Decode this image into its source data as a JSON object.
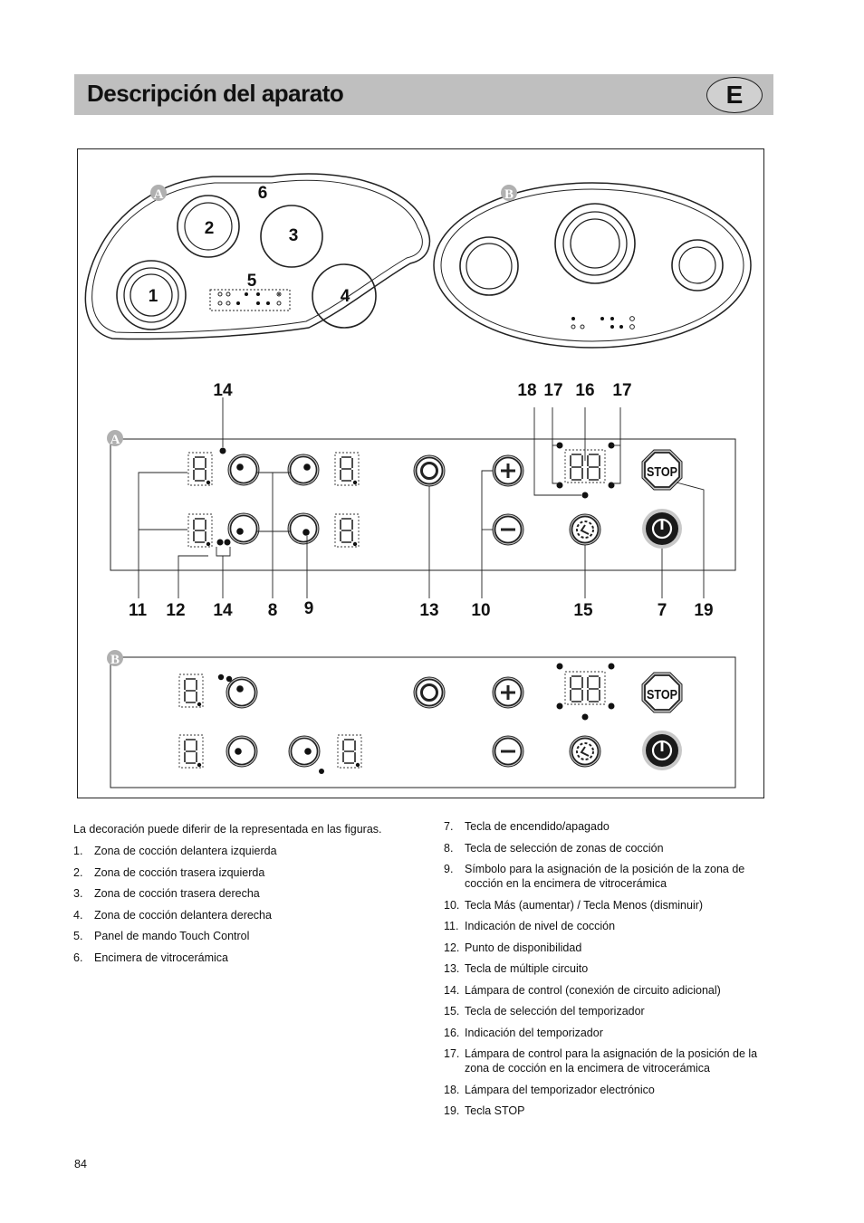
{
  "header": {
    "title": "Descripción del aparato",
    "language_badge": "E"
  },
  "figure": {
    "variant_a": "A",
    "variant_b": "B",
    "hob_labels": [
      "1",
      "2",
      "3",
      "4",
      "5",
      "6"
    ],
    "callouts": {
      "n14": "14",
      "n18": "18",
      "n17": "17",
      "n16": "16",
      "n11": "11",
      "n12": "12",
      "n8": "8",
      "n9": "9",
      "n13": "13",
      "n10": "10",
      "n15": "15",
      "n7": "7",
      "n19": "19"
    },
    "stop_label": "STOP"
  },
  "intro": "La decoración puede diferir de la representada en las figuras.",
  "list_left": [
    {
      "num": "1.",
      "text": "Zona de cocción delantera izquierda"
    },
    {
      "num": "2.",
      "text": "Zona de cocción trasera izquierda"
    },
    {
      "num": "3.",
      "text": "Zona de cocción trasera derecha"
    },
    {
      "num": "4.",
      "text": "Zona de cocción delantera derecha"
    },
    {
      "num": "5.",
      "text": "Panel de mando Touch Control"
    },
    {
      "num": "6.",
      "text": "Encimera de vitrocerámica"
    }
  ],
  "list_right": [
    {
      "num": "7.",
      "text": "Tecla de encendido/apagado"
    },
    {
      "num": "8.",
      "text": "Tecla de selección de zonas de cocción"
    },
    {
      "num": "9.",
      "text": "Símbolo para la asignación de la posición de la zona de cocción en la encimera de vitrocerámica"
    },
    {
      "num": "10.",
      "text": "Tecla Más (aumentar) / Tecla Menos  (disminuir)"
    },
    {
      "num": "11.",
      "text": "Indicación de nivel de cocción"
    },
    {
      "num": "12.",
      "text": "Punto de disponibilidad"
    },
    {
      "num": "13.",
      "text": "Tecla de múltiple circuito"
    },
    {
      "num": "14.",
      "text": "Lámpara de control (conexión de circuito adicional)"
    },
    {
      "num": "15.",
      "text": "Tecla de selección del temporizador"
    },
    {
      "num": "16.",
      "text": "Indicación del temporizador"
    },
    {
      "num": "17.",
      "text": "Lámpara de control para la asignación de la posición de la zona de cocción en la encimera de vitrocerámica"
    },
    {
      "num": "18.",
      "text": "Lámpara del temporizador electrónico"
    },
    {
      "num": "19.",
      "text": "Tecla STOP"
    }
  ],
  "page_number": "84"
}
